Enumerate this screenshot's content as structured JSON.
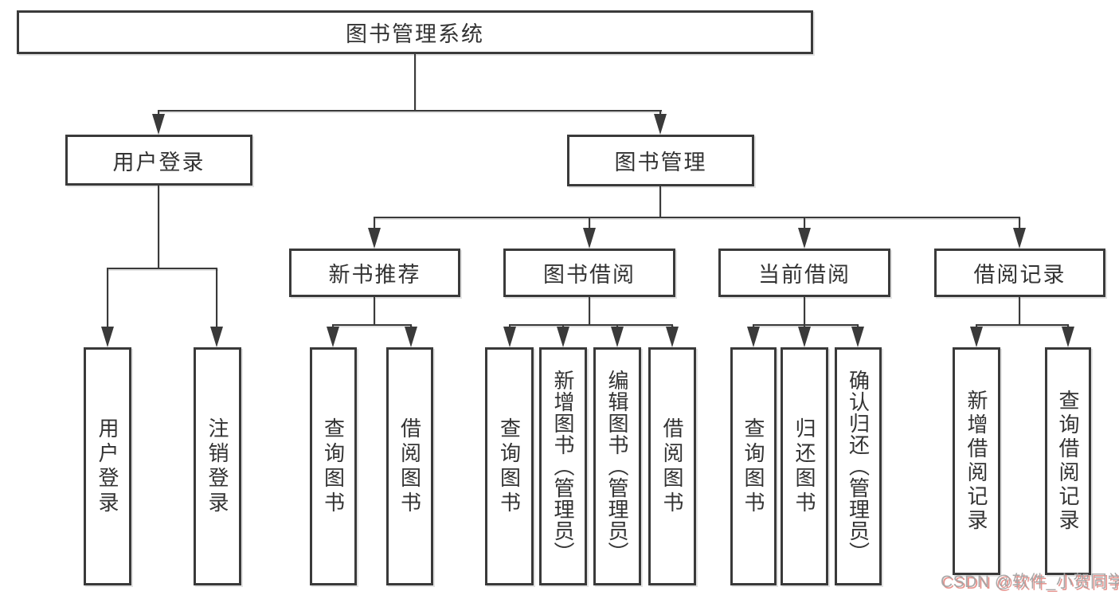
{
  "diagram_title": "图书管理系统",
  "watermark": "CSDN @软件_小贺同学",
  "colors": {
    "line": "#3a3a3a",
    "box_border": "#3a3a3a",
    "text": "#333333",
    "background": "#ffffff",
    "watermark_gray": "#a3a3a3",
    "watermark_red": "#de6f68"
  },
  "nodes": {
    "root": "图书管理系统",
    "user_login": "用户登录",
    "book_management": "图书管理",
    "new_book_recommend": "新书推荐",
    "book_borrowing": "图书借阅",
    "current_borrowing": "当前借阅",
    "borrowing_records": "借阅记录",
    "leaf_user_login": "用户登录",
    "leaf_logout": "注销登录",
    "leaf_nb_query_books": "查询图书",
    "leaf_nb_borrow_books": "借阅图书",
    "leaf_bb_query_books": "查询图书",
    "leaf_bb_add_books_admin": "新增图书（管理员）",
    "leaf_bb_edit_books_admin": "编辑图书（管理员）",
    "leaf_bb_borrow_books": "借阅图书",
    "leaf_cb_query_books": "查询图书",
    "leaf_cb_return_books": "归还图书",
    "leaf_cb_confirm_return_admin": "确认归还（管理员）",
    "leaf_br_add_record": "新增借阅记录",
    "leaf_br_query_record": "查询借阅记录"
  },
  "hierarchy": {
    "图书管理系统": {
      "用户登录": [
        "用户登录",
        "注销登录"
      ],
      "图书管理": {
        "新书推荐": [
          "查询图书",
          "借阅图书"
        ],
        "图书借阅": [
          "查询图书",
          "新增图书（管理员）",
          "编辑图书（管理员）",
          "借阅图书"
        ],
        "当前借阅": [
          "查询图书",
          "归还图书",
          "确认归还（管理员）"
        ],
        "借阅记录": [
          "新增借阅记录",
          "查询借阅记录"
        ]
      }
    }
  }
}
